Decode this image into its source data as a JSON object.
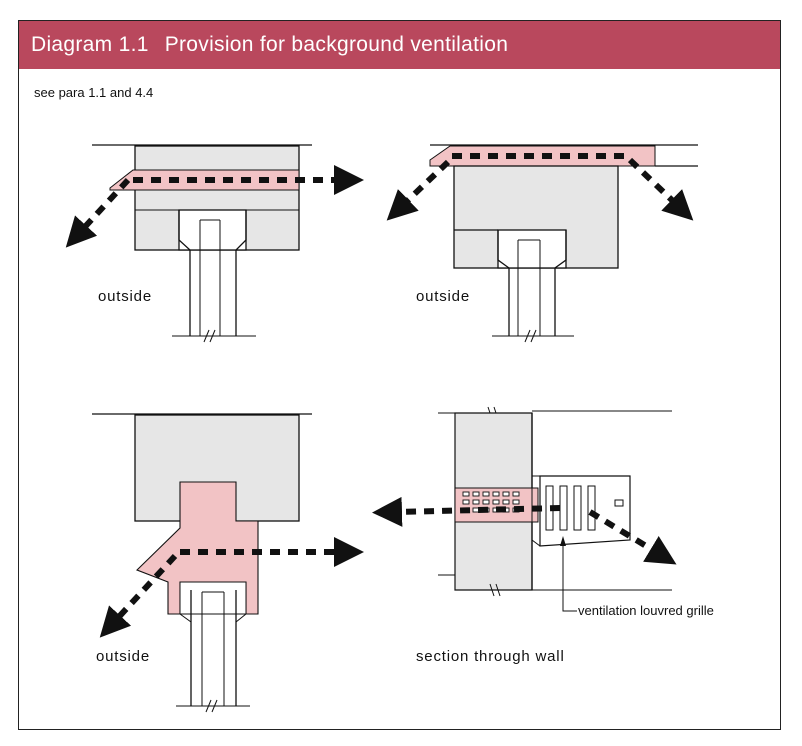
{
  "header": {
    "number": "Diagram 1.1",
    "title": "Provision for background ventilation"
  },
  "note": "see para 1.1 and 4.4",
  "panels": [
    {
      "label": "outside"
    },
    {
      "label": "outside"
    },
    {
      "label": "outside"
    },
    {
      "label": "section through wall"
    }
  ],
  "callout": "ventilation louvred grille",
  "colors": {
    "header": "#b9485d",
    "vent_fill": "#f2c3c5",
    "wall_fill": "#e6e6e6",
    "arrow": "#111111"
  }
}
